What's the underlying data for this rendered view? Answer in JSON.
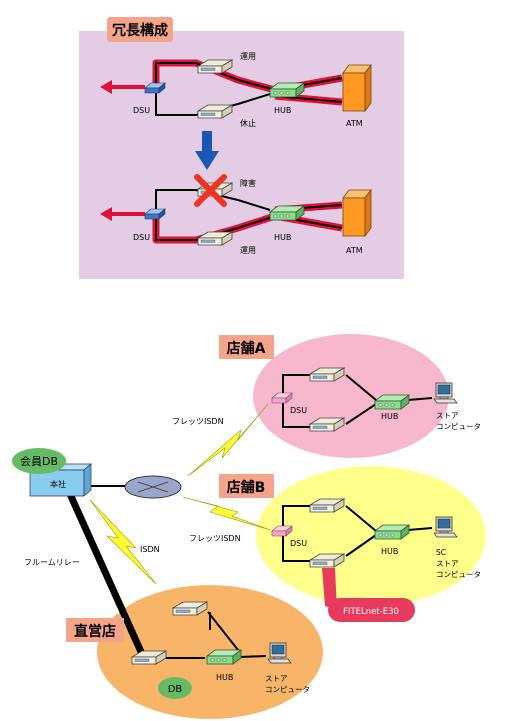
{
  "top_panel": {
    "title": "冗長構成",
    "state1": {
      "dsu": "DSU",
      "active": "運用",
      "standby": "休止",
      "hub": "HUB",
      "atm": "ATM"
    },
    "state2": {
      "failure": "障害",
      "dsu": "DSU",
      "active": "運用",
      "hub": "HUB",
      "atm": "ATM"
    }
  },
  "network": {
    "hq": {
      "badge": "会員DB",
      "label": "本社"
    },
    "frame_relay": "フルームリレー",
    "isdn": "ISDN",
    "store_a": {
      "title": "店舗A",
      "link": "フレッツISDN",
      "dsu": "DSU",
      "hub": "HUB",
      "pc_line1": "ストア",
      "pc_line2": "コンピュータ"
    },
    "store_b": {
      "title": "店舗B",
      "link": "フレッツISDN",
      "dsu": "DSU",
      "hub": "HUB",
      "pc_line0": "SC",
      "pc_line1": "ストア",
      "pc_line2": "コンピュータ",
      "product": "FITELnet-E30"
    },
    "direct": {
      "title": "直営店",
      "hub": "HUB",
      "pc_line1": "ストア",
      "pc_line2": "コンピュータ",
      "db": "DB"
    }
  },
  "colors": {
    "panel_bg": "#e5cce5",
    "label_bg": "#f5a48c",
    "store_a_bg": "#f7b8cd",
    "store_b_bg": "#ffff8c",
    "direct_bg": "#f8b56a",
    "hub": "#88dd88",
    "atm": "#ff9922",
    "redundant_path": "#e0103c",
    "arrow_blue": "#1b55b5",
    "fail_x": "#ee3322",
    "hq_box": "#88ccee",
    "db_badge": "#66bb66",
    "fitelnet": "#e63b5c",
    "lightning": "#ffff33"
  }
}
